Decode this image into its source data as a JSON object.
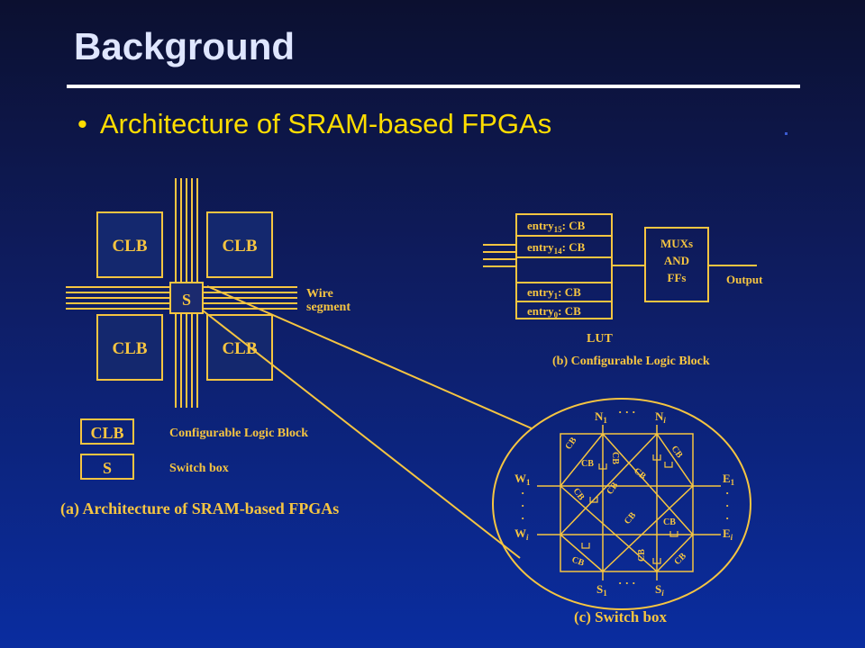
{
  "slide": {
    "title": "Background",
    "bullet": "Architecture of SRAM-based FPGAs"
  },
  "colors": {
    "accent": "#f6c541",
    "title": "#dfe6ff",
    "bullet": "#ffdd00"
  },
  "diagram_a": {
    "clb_label": "CLB",
    "switch_label": "S",
    "wire_label_line1": "Wire",
    "wire_label_line2": "segment",
    "legend": [
      {
        "symbol": "CLB",
        "description": "Configurable Logic Block"
      },
      {
        "symbol": "S",
        "description": "Switch box"
      }
    ],
    "caption": "(a) Architecture of SRAM-based FPGAs"
  },
  "diagram_b": {
    "entries": [
      {
        "prefix": "entry",
        "sub": "15",
        "suffix": ": CB"
      },
      {
        "prefix": "entry",
        "sub": "14",
        "suffix": ": CB"
      },
      {
        "prefix": "entry",
        "sub": "1",
        "suffix": ": CB"
      },
      {
        "prefix": "entry",
        "sub": "0",
        "suffix": ": CB"
      }
    ],
    "mux_lines": [
      "MUXs",
      "AND",
      "FFs"
    ],
    "output": "Output",
    "lut": "LUT",
    "caption": "(b) Configurable Logic Block"
  },
  "diagram_c": {
    "north": {
      "first": "N",
      "first_sub": "1",
      "last": "N",
      "last_sub": "i"
    },
    "south": {
      "first": "S",
      "first_sub": "1",
      "last": "S",
      "last_sub": "i"
    },
    "west": {
      "first": "W",
      "first_sub": "1",
      "last": "W",
      "last_sub": "i"
    },
    "east": {
      "first": "E",
      "first_sub": "1",
      "last": "E",
      "last_sub": "i"
    },
    "cb_label": "CB",
    "caption": "(c) Switch box"
  }
}
